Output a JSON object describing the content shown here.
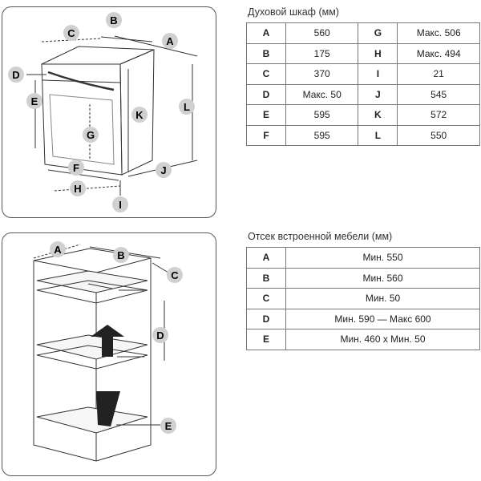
{
  "oven": {
    "caption": "Духовой шкаф (мм)",
    "rows": [
      {
        "k1": "A",
        "v1": "560",
        "k2": "G",
        "v2": "Макс. 506"
      },
      {
        "k1": "B",
        "v1": "175",
        "k2": "H",
        "v2": "Макс. 494"
      },
      {
        "k1": "C",
        "v1": "370",
        "k2": "I",
        "v2": "21"
      },
      {
        "k1": "D",
        "v1": "Макс. 50",
        "k2": "J",
        "v2": "545"
      },
      {
        "k1": "E",
        "v1": "595",
        "k2": "K",
        "v2": "572"
      },
      {
        "k1": "F",
        "v1": "595",
        "k2": "L",
        "v2": "550"
      }
    ],
    "diagram_labels": {
      "A": "A",
      "B": "B",
      "C": "C",
      "D": "D",
      "E": "E",
      "F": "F",
      "G": "G",
      "H": "H",
      "I": "I",
      "J": "J",
      "K": "K",
      "L": "L"
    }
  },
  "cabinet": {
    "caption": "Отсек встроенной мебели (мм)",
    "rows": [
      {
        "k": "A",
        "v": "Мин. 550"
      },
      {
        "k": "B",
        "v": "Мин. 560"
      },
      {
        "k": "C",
        "v": "Мин. 50"
      },
      {
        "k": "D",
        "v": "Мин. 590 — Макс 600"
      },
      {
        "k": "E",
        "v": "Мин. 460 x Мин. 50"
      }
    ],
    "diagram_labels": {
      "A": "A",
      "B": "B",
      "C": "C",
      "D": "D",
      "E": "E"
    }
  },
  "colors": {
    "circle": "#d0d0d0",
    "line": "#333333",
    "frame": "#555555"
  }
}
